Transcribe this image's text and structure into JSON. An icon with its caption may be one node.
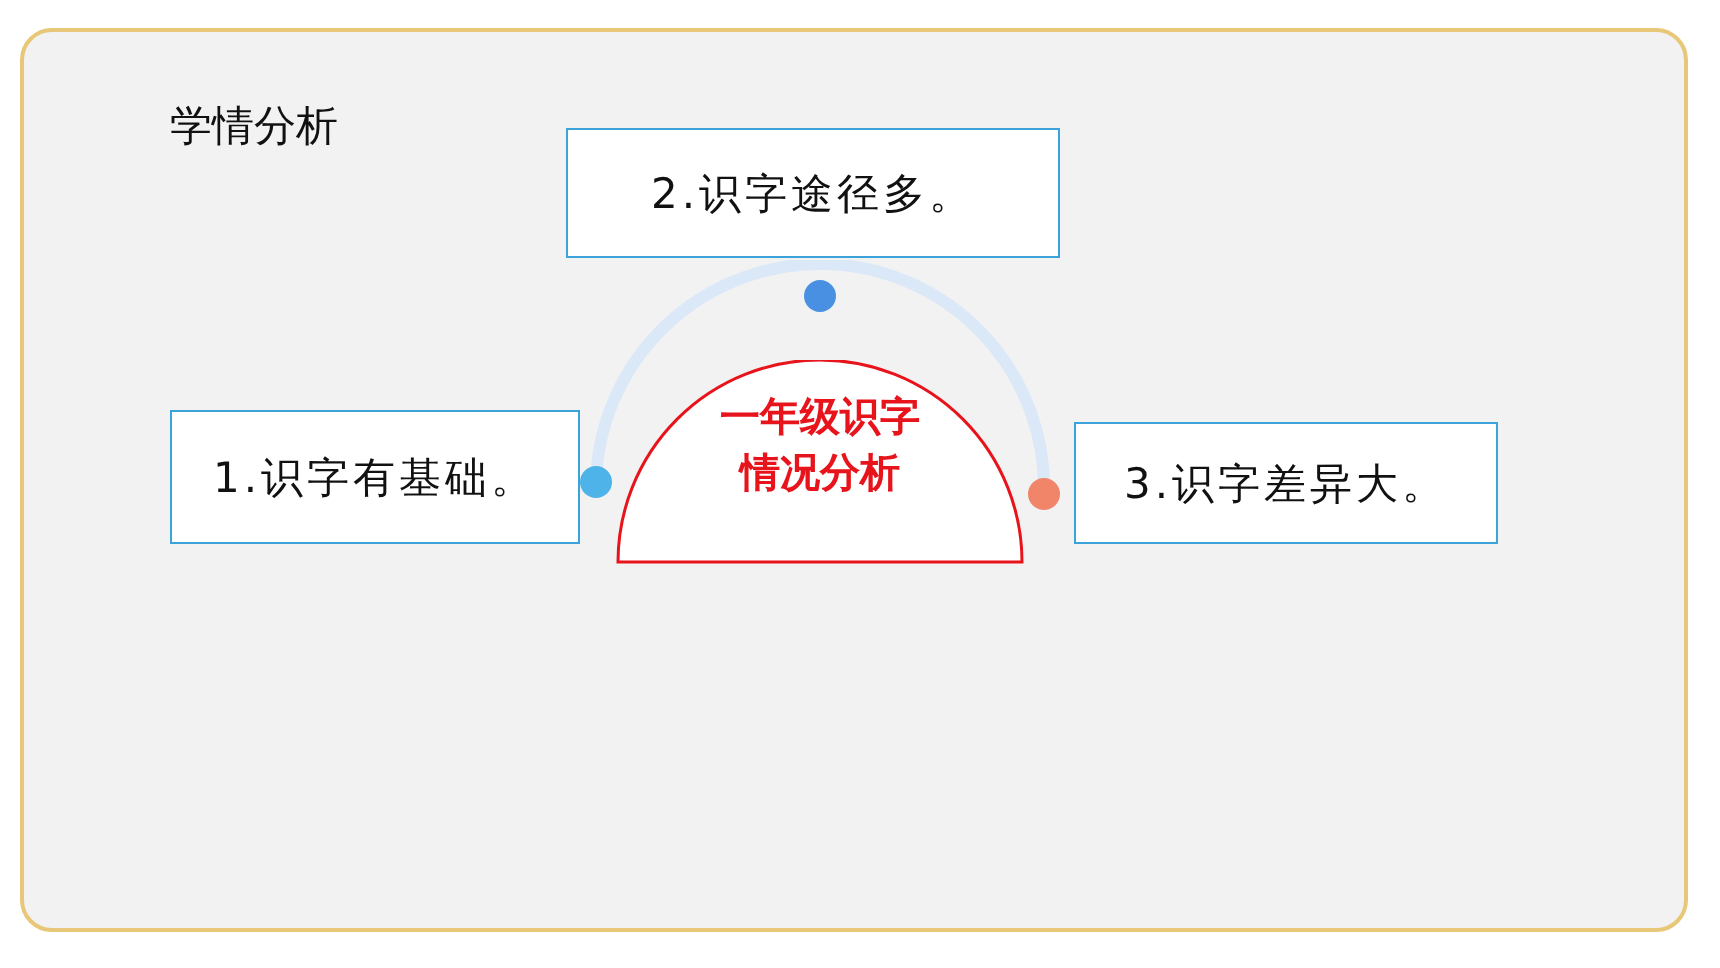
{
  "diagram": {
    "title": "学情分析",
    "nodes": [
      {
        "text": [
          "2.识字途径多。"
        ]
      },
      {
        "text": [
          "1.识字有基础。"
        ]
      },
      {
        "text": [
          "一年级识字情况分析"
        ]
      },
      {
        "text": [
          "3.识字差异大。"
        ]
      }
    ]
  }
}
